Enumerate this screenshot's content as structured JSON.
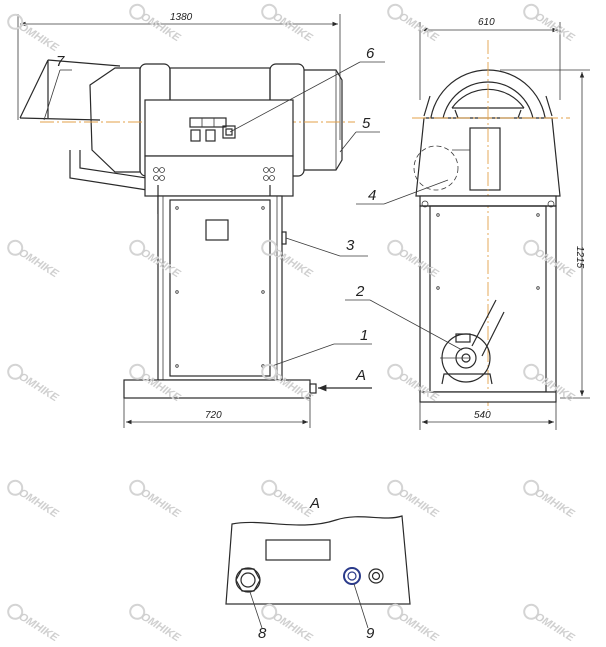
{
  "dimensions": {
    "overall_length": "1380",
    "base_width": "720",
    "side_top_width": "610",
    "side_base_width": "540",
    "overall_height": "1215"
  },
  "callouts": [
    "1",
    "2",
    "3",
    "4",
    "5",
    "6",
    "7",
    "8",
    "9"
  ],
  "view_marker": "A",
  "view_title": "A",
  "watermark": "OMHIKE",
  "colors": {
    "line": "#2a2a2a",
    "axis": "#e3a24a",
    "watermark": "#cfcfcf"
  }
}
